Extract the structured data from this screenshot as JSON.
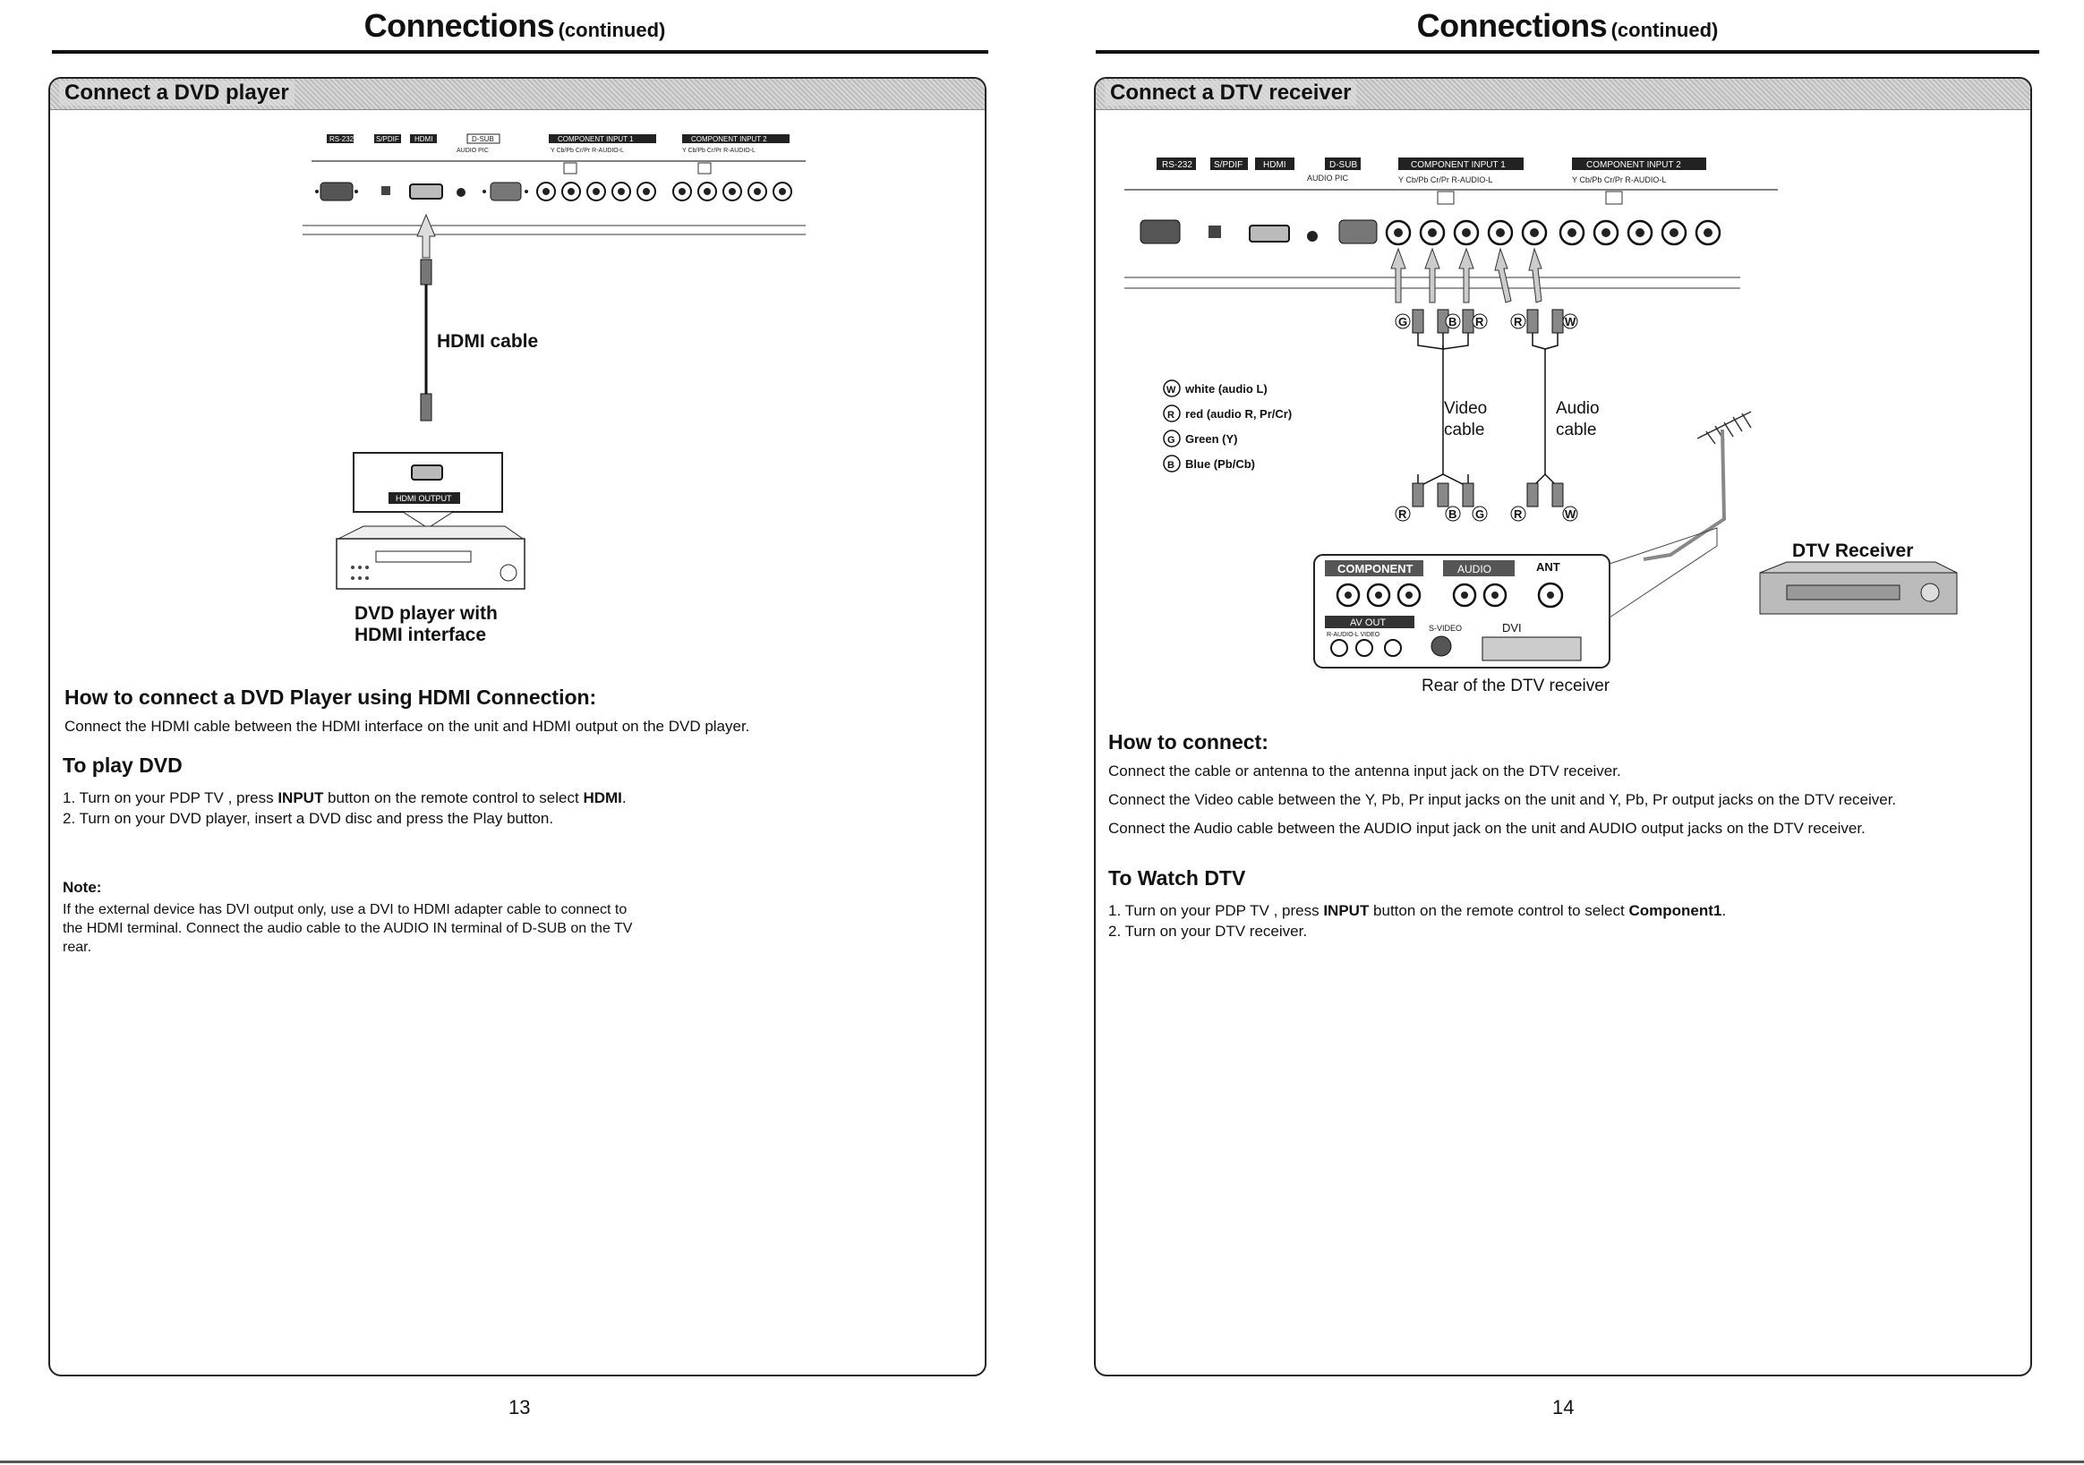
{
  "left": {
    "header": {
      "title": "Connections",
      "subtitle": "(continued)"
    },
    "section_title": "Connect a DVD player",
    "diagram": {
      "port_labels": [
        "RS-232",
        "S/PDIF",
        "HDMI",
        "D-SUB",
        "COMPONENT INPUT 1",
        "COMPONENT INPUT 2"
      ],
      "dsub_sub": "AUDIO   PIC",
      "comp1_sub": "Y  Cb/Pb  Cr/Pr  R-AUDIO-L",
      "comp2_sub": "Y  Cb/Pb  Cr/Pr  R-AUDIO-L",
      "cable_label": "HDMI cable",
      "output_label": "HDMI OUTPUT",
      "device_label_1": "DVD player with",
      "device_label_2": "HDMI interface"
    },
    "how_heading": "How to connect a DVD Player using HDMI Connection:",
    "how_text": "Connect the HDMI cable between the HDMI interface on the unit and HDMI output on the DVD player.",
    "play_heading": "To play DVD",
    "step1_a": "1. Turn on your PDP TV , press ",
    "step1_b": "INPUT",
    "step1_c": " button on the remote control to select ",
    "step1_d": "HDMI",
    "step1_e": ".",
    "step2": "2. Turn on your DVD player, insert a DVD disc and press the Play button.",
    "note_heading": "Note:",
    "note_line1": "If the external device has DVI output only,  use a DVI to HDMI adapter cable to connect to",
    "note_line2": "the HDMI terminal.  Connect the audio cable to the AUDIO IN terminal of D-SUB on the TV",
    "note_line3": "rear.",
    "page_number": "13"
  },
  "right": {
    "header": {
      "title": "Connections",
      "subtitle": "(continued)"
    },
    "section_title": "Connect a DTV receiver",
    "diagram": {
      "port_labels": [
        "RS-232",
        "S/PDIF",
        "HDMI",
        "D-SUB",
        "COMPONENT INPUT 1",
        "COMPONENT INPUT 2"
      ],
      "dsub_sub": "AUDIO       PIC",
      "comp1_sub": "Y   Cb/Pb   Cr/Pr  R-AUDIO-L",
      "comp2_sub": "Y   Cb/Pb   Cr/Pr  R-AUDIO-L",
      "legend": [
        {
          "letter": "W",
          "text": "white (audio L)"
        },
        {
          "letter": "R",
          "text": "red (audio R, Pr/Cr)"
        },
        {
          "letter": "G",
          "text": "Green (Y)"
        },
        {
          "letter": "B",
          "text": "Blue (Pb/Cb)"
        }
      ],
      "video_cable_1": "Video",
      "video_cable_2": "cable",
      "audio_cable_1": "Audio",
      "audio_cable_2": "cable",
      "receiver_title": "DTV Receiver",
      "rear_caption": "Rear of the DTV receiver",
      "component_label": "COMPONENT",
      "audio_label": "AUDIO",
      "ant_label": "ANT",
      "avout_label": "AV OUT",
      "avout_sub": "R-AUDIO-L   VIDEO",
      "svideo_label": "S-VIDEO",
      "dvi_label": "DVI"
    },
    "how_heading": "How to connect:",
    "line1": "Connect the cable or antenna to the antenna input jack on the DTV receiver.",
    "line2": "Connect the Video cable between the Y, Pb, Pr input jacks on the unit and Y, Pb, Pr output jacks on the DTV receiver.",
    "line3": "Connect the Audio cable between  the AUDIO  input jack on the unit and AUDIO output jacks on the DTV receiver.",
    "watch_heading": "To Watch DTV",
    "step1_a": "1. Turn on your PDP TV , press ",
    "step1_b": "INPUT",
    "step1_c": " button on the remote control to select ",
    "step1_d": "Component1",
    "step1_e": ".",
    "step2": "2. Turn on your DTV receiver.",
    "page_number": "14"
  }
}
